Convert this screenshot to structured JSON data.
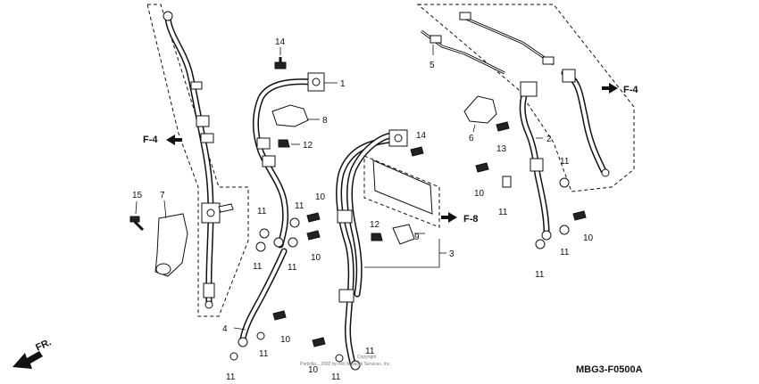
{
  "diagram_code": "MBG3-F0500A",
  "front_indicator": "FR.",
  "copyright": "Copyright",
  "copyright_line": "Partzilla... 2002 by ARI Network Services, Inc.",
  "refs": {
    "f4_left": "F-4",
    "f4_right": "F-4",
    "f8": "F-8"
  },
  "callouts": {
    "c1": "1",
    "c2": "2",
    "c3": "3",
    "c4": "4",
    "c5": "5",
    "c6": "6",
    "c7": "7",
    "c8": "8",
    "c9": "9",
    "c10a": "10",
    "c10b": "10",
    "c10c": "10",
    "c10d": "10",
    "c10e": "10",
    "c10f": "10",
    "c11a": "11",
    "c11b": "11",
    "c11c": "11",
    "c11d": "11",
    "c11e": "11",
    "c11f": "11",
    "c11g": "11",
    "c11h": "11",
    "c11i": "11",
    "c11j": "11",
    "c11k": "11",
    "c11l": "11",
    "c12a": "12",
    "c12b": "12",
    "c13": "13",
    "c14a": "14",
    "c14b": "14",
    "c15": "15"
  },
  "colors": {
    "ink": "#111111",
    "paper": "#ffffff"
  }
}
